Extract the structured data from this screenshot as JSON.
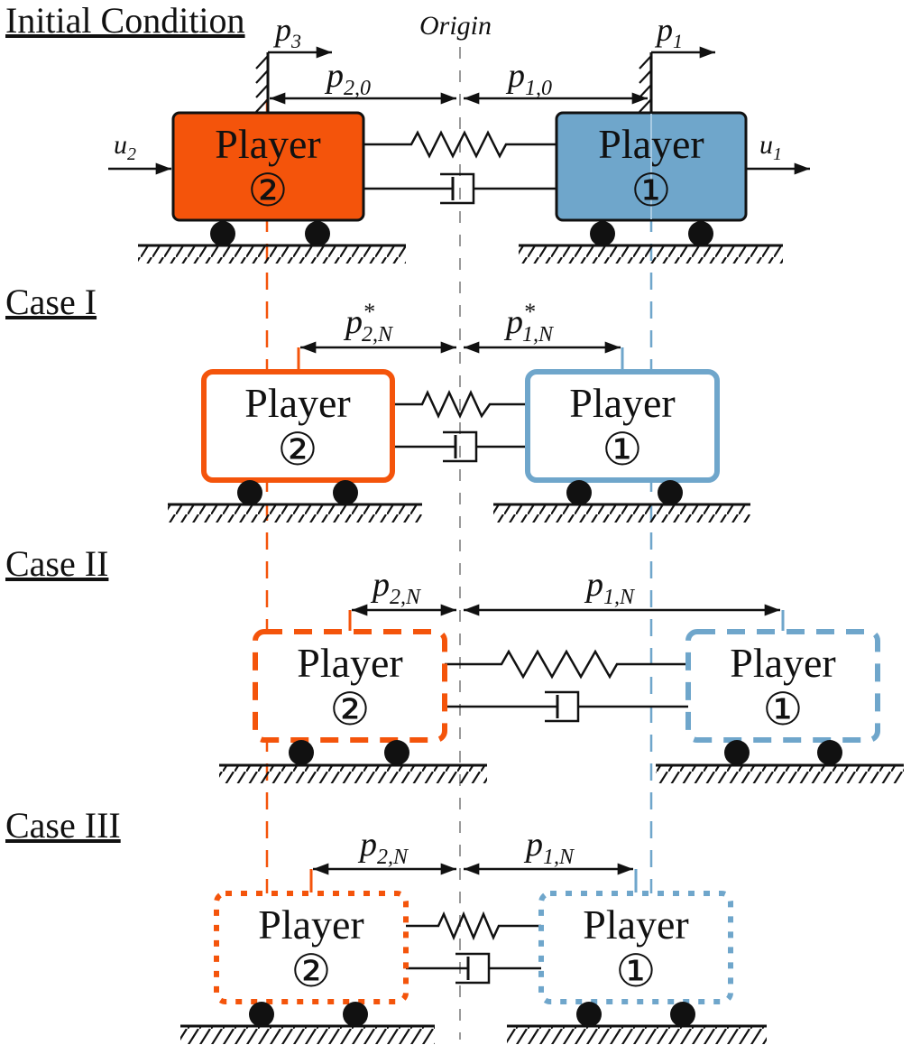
{
  "figure": {
    "headings": {
      "initial": "Initial Condition",
      "case1": "Case I",
      "case2": "Case II",
      "case3": "Case III"
    },
    "origin_label": "Origin",
    "players": {
      "p2": {
        "name": "Player",
        "number": "②"
      },
      "p1": {
        "name": "Player",
        "number": "①"
      }
    },
    "labels": {
      "p3": {
        "base": "p",
        "sub": "3"
      },
      "p1": {
        "base": "p",
        "sub": "1"
      },
      "u2": {
        "base": "u",
        "sub": "2"
      },
      "u1": {
        "base": "u",
        "sub": "1"
      },
      "p20": {
        "base": "p",
        "sub": "2,0"
      },
      "p10": {
        "base": "p",
        "sub": "1,0"
      },
      "p2N_star": {
        "base": "p",
        "sup": "*",
        "sub": "2,N"
      },
      "p1N_star": {
        "base": "p",
        "sup": "*",
        "sub": "1,N"
      },
      "p2N": {
        "base": "p",
        "sub": "2,N"
      },
      "p1N": {
        "base": "p",
        "sub": "1,N"
      }
    },
    "colors": {
      "player2_orange": "#F4540B",
      "player1_blue": "#6FA6CB",
      "origin_grey": "#999999",
      "ink": "#111111"
    }
  }
}
